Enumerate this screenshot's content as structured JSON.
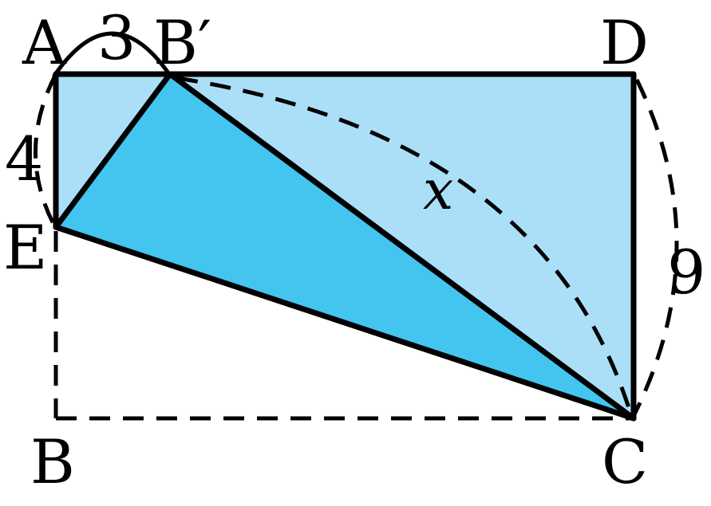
{
  "figure": {
    "points": {
      "A": "A",
      "B_prime": "B′",
      "D": "D",
      "E": "E",
      "B": "B",
      "C": "C"
    },
    "measures": {
      "AB_prime": "3",
      "AE": "4",
      "DC": "9",
      "B_prime_C": "x"
    },
    "colors": {
      "light_fill": "#abdff8",
      "dark_fill": "#44c5f0",
      "stroke": "#000000"
    }
  }
}
